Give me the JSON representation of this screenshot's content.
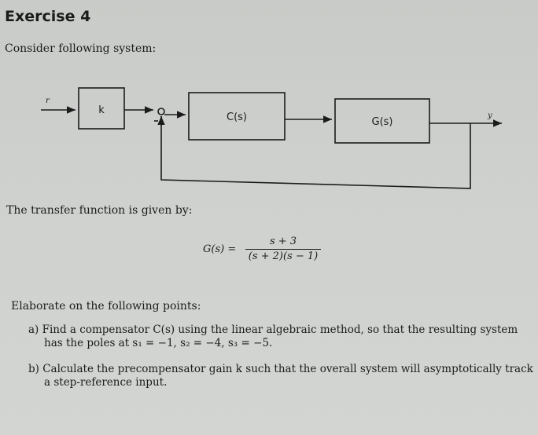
{
  "title": "Exercise 4",
  "intro": "Consider following system:",
  "diagram": {
    "input_label": "r",
    "output_label": "y",
    "gain_block": "k",
    "controller_block": "C(s)",
    "plant_block": "G(s)"
  },
  "transfer_intro": "The transfer function is given by:",
  "equation": {
    "lhs": "G(s) =",
    "numerator": "s + 3",
    "denominator": "(s + 2)(s − 1)"
  },
  "elaborate": "Elaborate on the following points:",
  "points": {
    "a_line1": "a)  Find a compensator C(s) using the linear algebraic method, so that the resulting system",
    "a_line2": "has the poles at s₁ = −1, s₂ = −4, s₃ = −5.",
    "b_line1": "b)  Calculate the precompensator gain k such that the overall system will asymptotically track",
    "b_line2": "a step-reference input."
  }
}
